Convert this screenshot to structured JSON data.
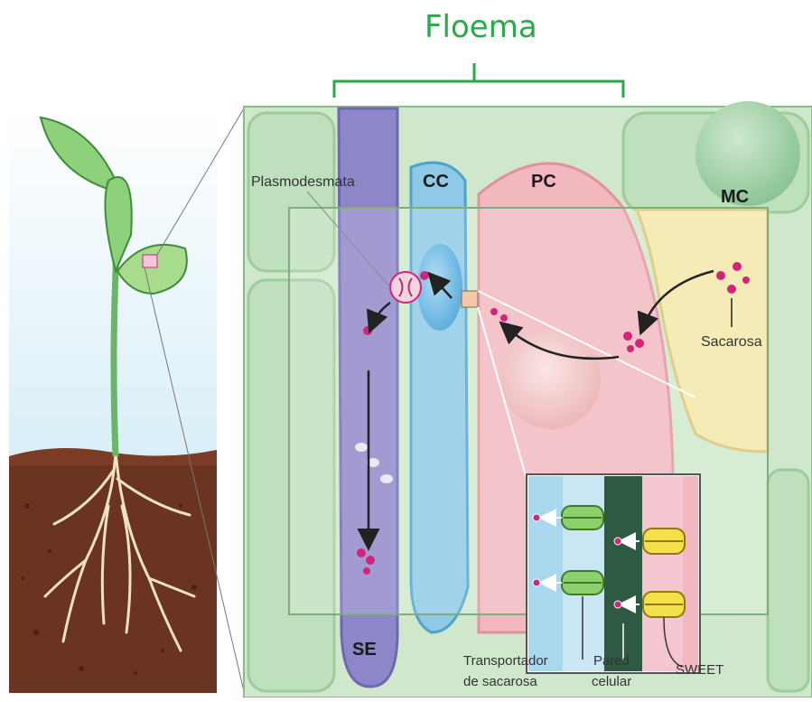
{
  "title": "Floema",
  "labels": {
    "plasmodesmata": "Plasmodesmata",
    "cc": "CC",
    "pc": "PC",
    "mc": "MC",
    "se": "SE",
    "sacarosa": "Sacarosa",
    "transportador_line1": "Transportador",
    "transportador_line2": "de  sacarosa",
    "pared_line1": "Pared",
    "pared_line2": "celular",
    "sweet": "SWEET"
  },
  "colors": {
    "title": "#2aa84a",
    "se": "#8d86c9",
    "cc": "#8ec9e6",
    "pc": "#f2b8c0",
    "mc": "#f3e7a8",
    "wall": "#a8d7ab",
    "sucrose": "#d4237a",
    "soil": "#6b3420"
  }
}
